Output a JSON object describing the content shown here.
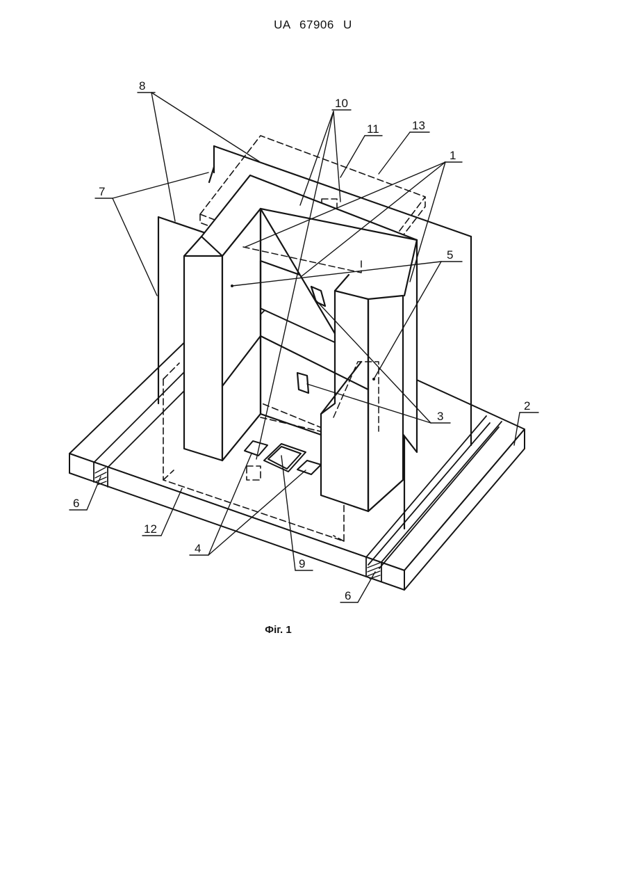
{
  "header": {
    "patent_id": "UA   67906   U"
  },
  "figure": {
    "caption": "Фіг. 1",
    "labels": {
      "l1": "1",
      "l2": "2",
      "l3": "3",
      "l4": "4",
      "l5": "5",
      "l6a": "6",
      "l6b": "6",
      "l7": "7",
      "l8": "8",
      "l9": "9",
      "l10": "10",
      "l11": "11",
      "l12": "12",
      "l13": "13"
    }
  }
}
